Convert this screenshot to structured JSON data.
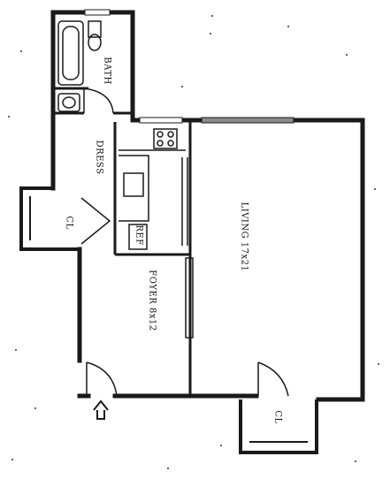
{
  "rooms": {
    "bath": "BATH",
    "dress": "DRESS",
    "closet_left": "CL",
    "closet_bottom": "CL",
    "refrigerator": "REF",
    "foyer": "FOYER 8x12",
    "living": "LIVING 17x21"
  },
  "colors": {
    "wall": "#1a1a1a",
    "background": "#ffffff",
    "window": "#8a8a8a"
  },
  "icons": [
    "entry-arrow-icon",
    "toilet-icon",
    "bathtub-icon",
    "sink-icon",
    "stove-icon"
  ]
}
